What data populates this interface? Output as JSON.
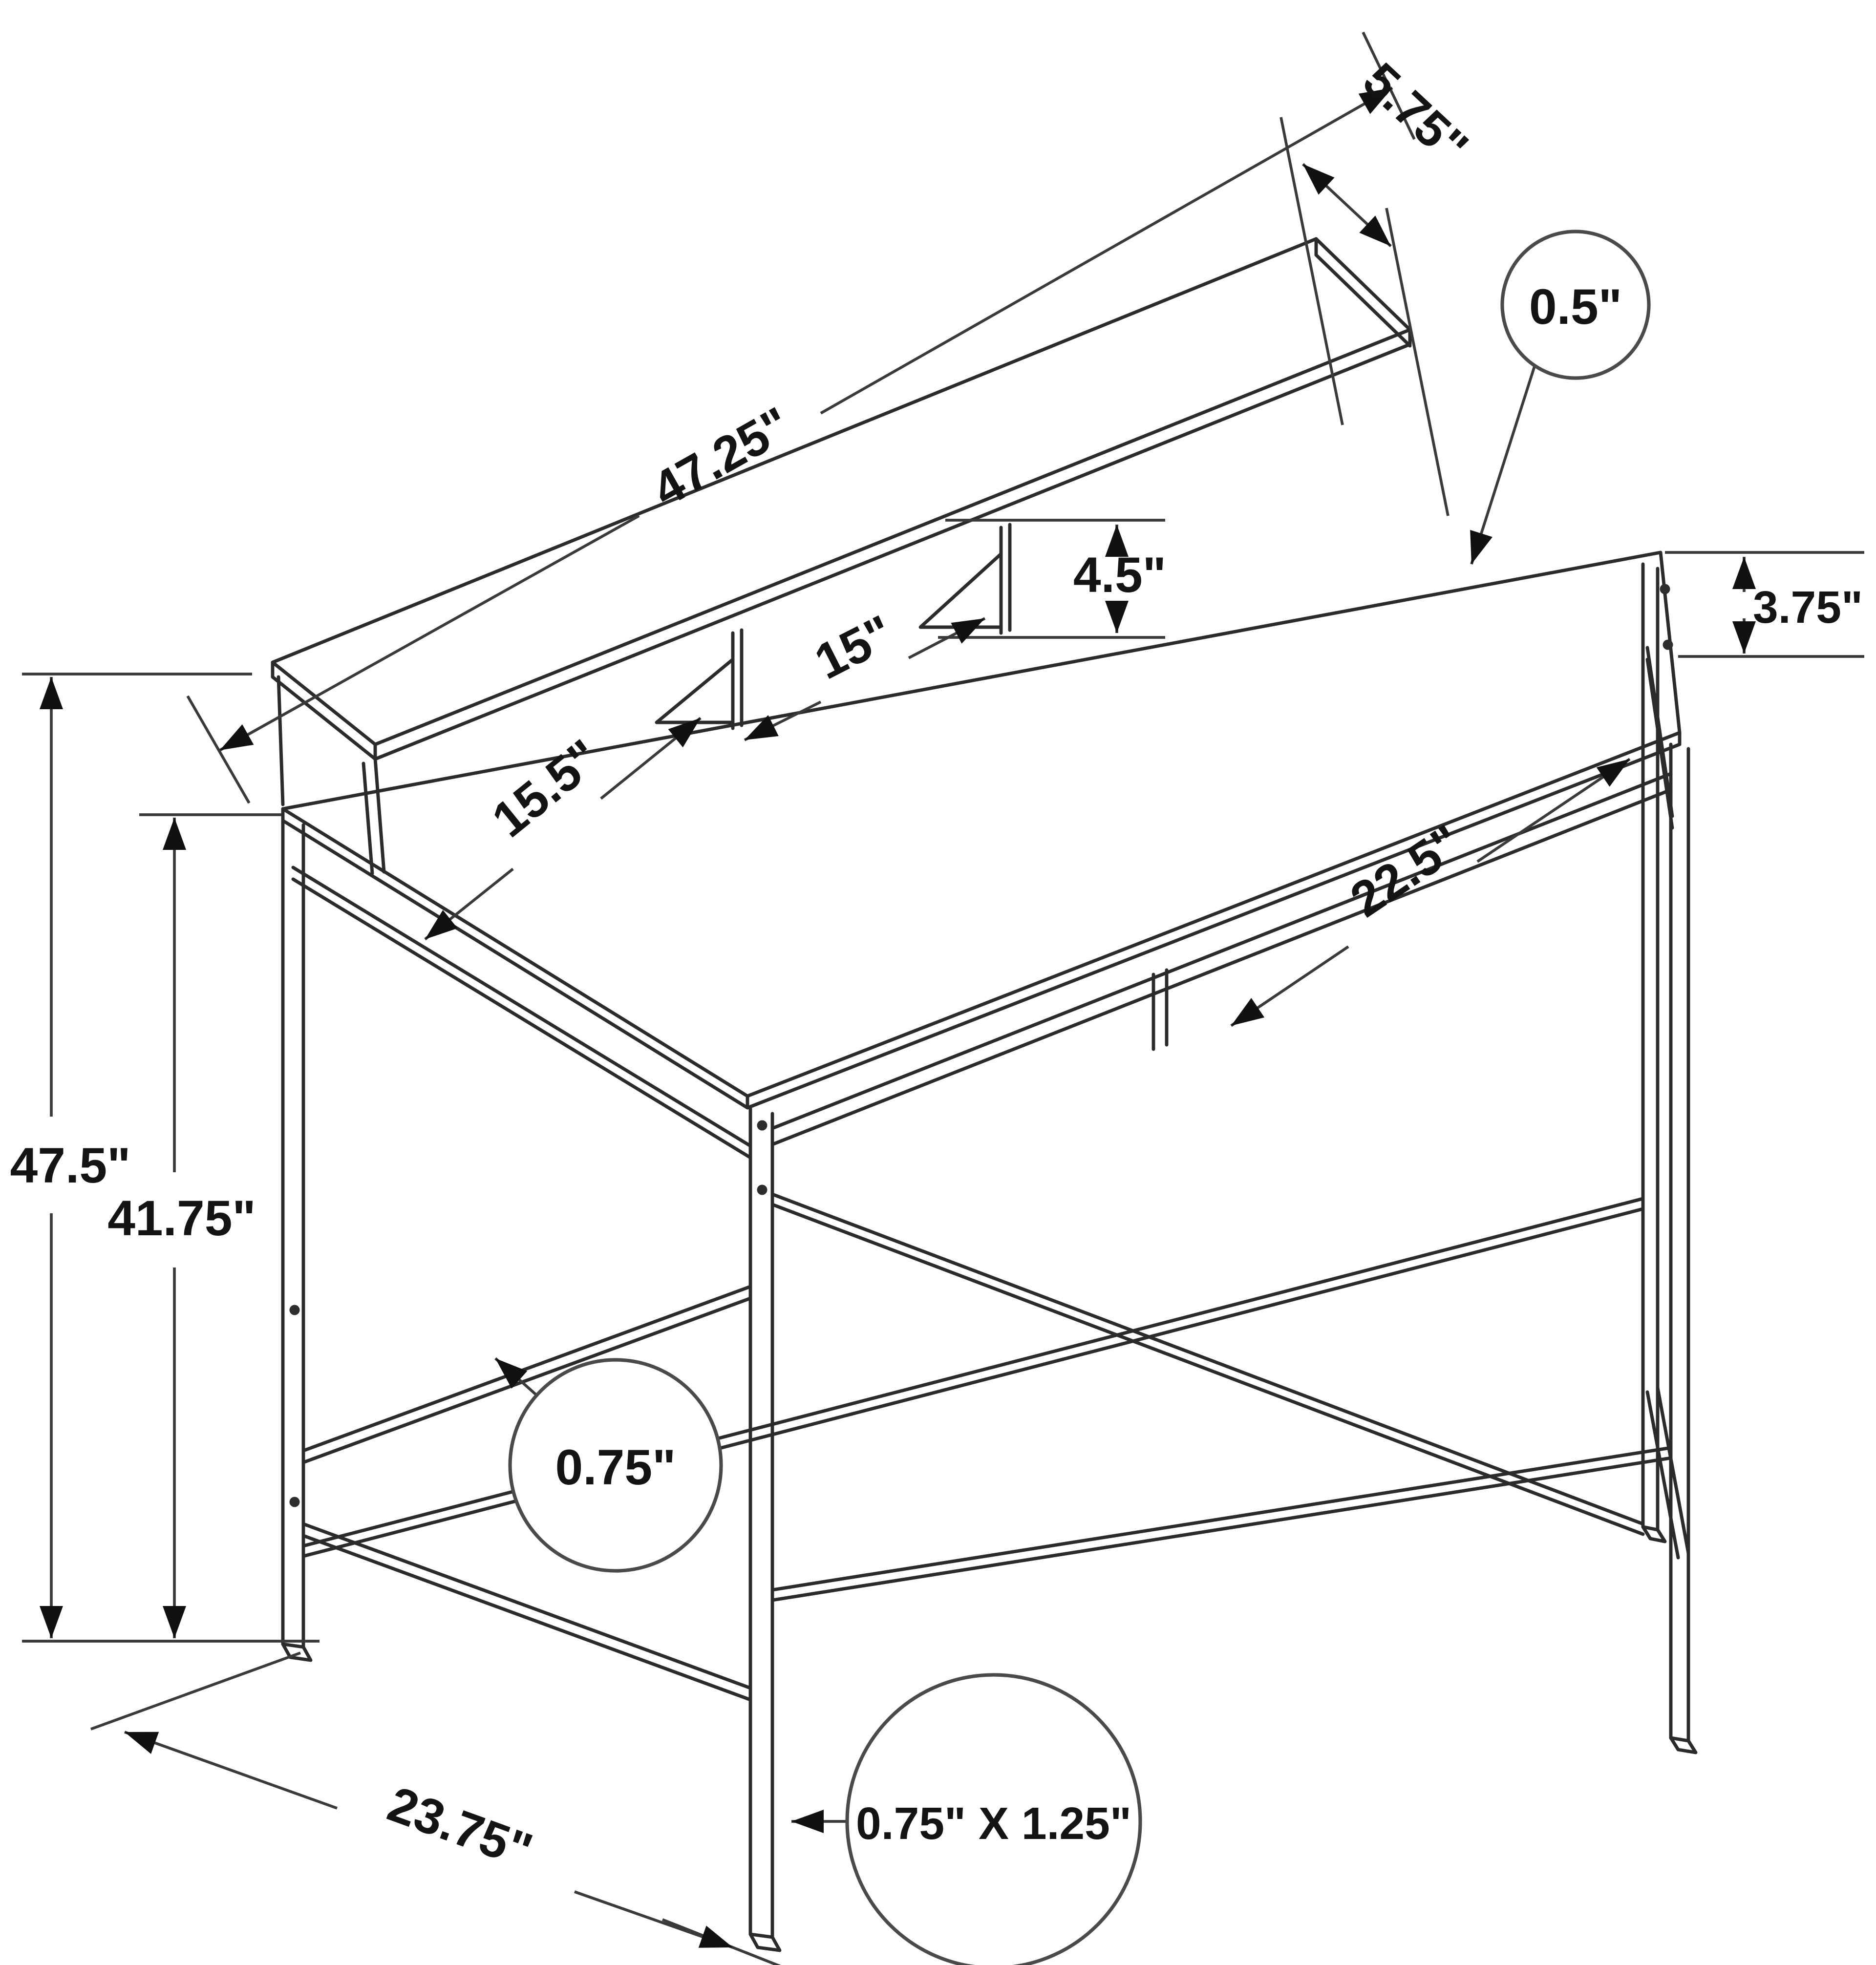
{
  "title": "Bar-height computer desk dimensional drawing",
  "dimensions": {
    "shelf_length": "47.25\"",
    "shelf_depth": "5.75\"",
    "top_thickness": "0.5\"",
    "divider_height": "4.5\"",
    "divider_spacing": "15\"",
    "side_rail_height": "3.75\"",
    "front_depth": "15.5\"",
    "opening_width": "22.5\"",
    "total_height": "47.5\"",
    "surface_height": "41.75\"",
    "shelf_thickness": "0.75\"",
    "desk_depth": "23.75\"",
    "leg_tube": "0.75\" X 1.25\""
  },
  "style": {
    "background": "#ffffff",
    "structure_line_color": "#2b2b2b",
    "dimension_line_color": "#3a3a3a",
    "text_color": "#141414"
  }
}
